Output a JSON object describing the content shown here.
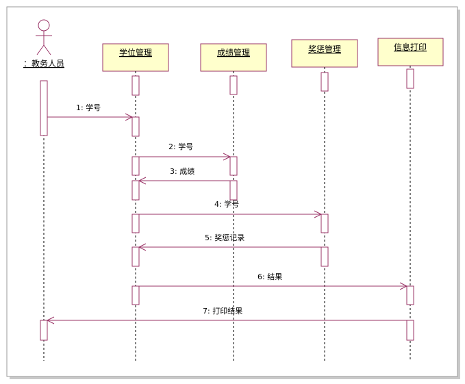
{
  "diagram": {
    "type": "sequence",
    "colors": {
      "accent": "#993366",
      "object_fill": "#ffffcc",
      "line": "#000000"
    },
    "actor": {
      "id": "clerk",
      "label": "：教务人员",
      "icon": "stick-figure-icon"
    },
    "objects": [
      {
        "id": "degree",
        "label": "学位管理"
      },
      {
        "id": "grades",
        "label": "成绩管理"
      },
      {
        "id": "reward",
        "label": "奖惩管理"
      },
      {
        "id": "print",
        "label": "信息打印"
      }
    ],
    "messages": [
      {
        "from": "clerk",
        "to": "degree",
        "label": "1: 学号"
      },
      {
        "from": "degree",
        "to": "grades",
        "label": "2: 学号"
      },
      {
        "from": "grades",
        "to": "degree",
        "label": "3: 成绩"
      },
      {
        "from": "degree",
        "to": "reward",
        "label": "4: 学号"
      },
      {
        "from": "reward",
        "to": "degree",
        "label": "5: 奖惩记录"
      },
      {
        "from": "degree",
        "to": "print",
        "label": "6: 结果"
      },
      {
        "from": "print",
        "to": "clerk",
        "label": "7: 打印结果"
      }
    ]
  }
}
